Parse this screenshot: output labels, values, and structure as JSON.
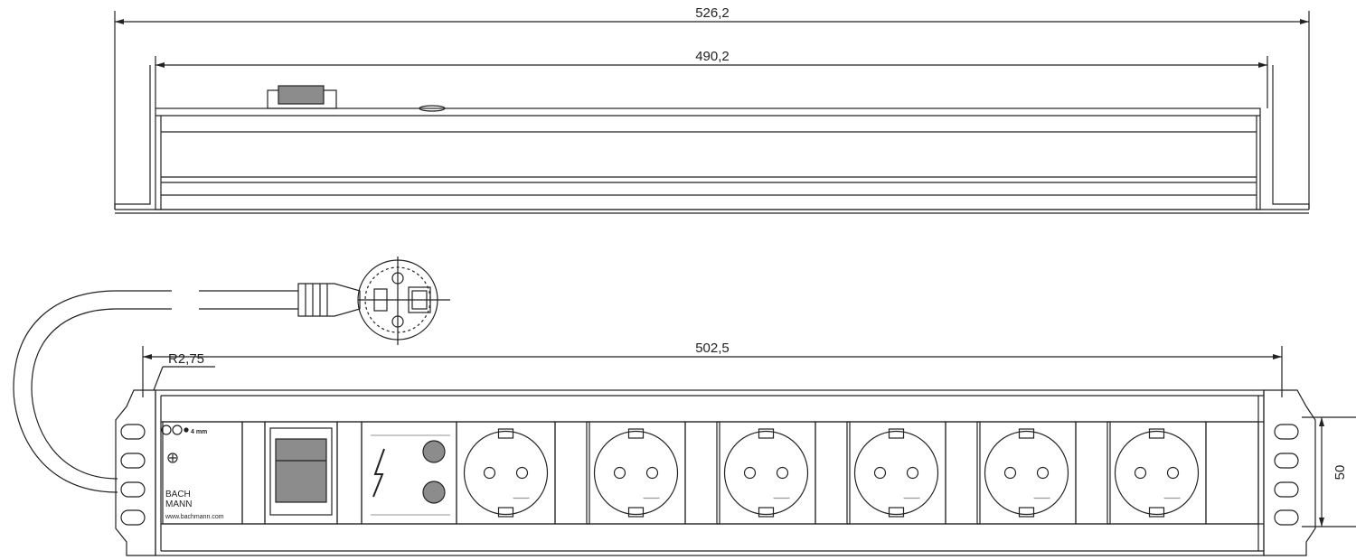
{
  "dimensions": {
    "top_outer_width": "526,2",
    "top_inner_width": "490,2",
    "front_width": "502,5",
    "corner_radius": "R2,75",
    "height": "50"
  },
  "brand": {
    "name_line1": "BACH",
    "name_line2": "MANN",
    "website": "www.bachmann.com",
    "ground_label": "4 mm"
  },
  "outlets": {
    "count": 6,
    "type": "schuko"
  },
  "colors": {
    "line": "#222222",
    "fill_gray": "#8c8c8c",
    "background": "#ffffff"
  }
}
